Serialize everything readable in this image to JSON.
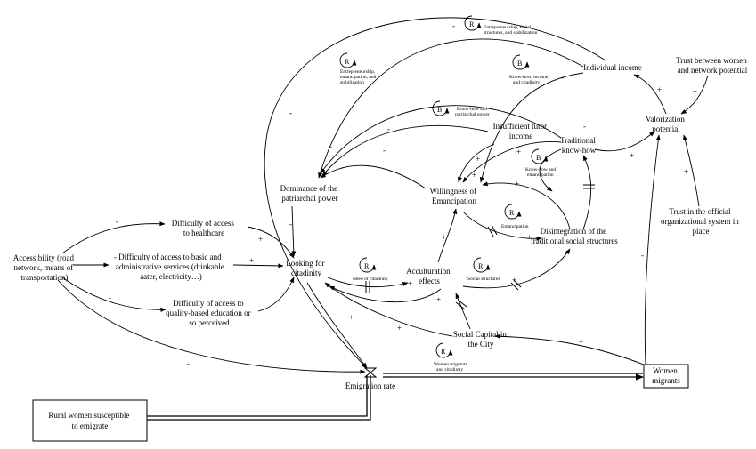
{
  "variables": {
    "accessibility": [
      "Accessibility (road",
      "network, means of",
      "transportation)"
    ],
    "difficulty_healthcare": [
      "Difficulty of access",
      "to healthcare"
    ],
    "difficulty_admin": [
      "Difficulty of access to basic and",
      "administrative services (drinkable",
      "aater, electricity…)"
    ],
    "difficulty_education": [
      "Difficulty of access to",
      "quality-based education or",
      "so perceived"
    ],
    "looking_citadinity": [
      "Looking for",
      "citadinity"
    ],
    "dominance": [
      "Dominance of the",
      "patriarchal power"
    ],
    "willingness": [
      "Willingness of",
      "Emancipation"
    ],
    "insufficient_tutor": [
      "Insufficient tutor",
      "income"
    ],
    "traditional_knowhow": [
      "Traditional",
      "know-how"
    ],
    "individual_income": [
      "Individual income"
    ],
    "valorization": [
      "Valorization",
      "potential"
    ],
    "trust_women": [
      "Trust between women",
      "and network potential"
    ],
    "trust_official": [
      "Trust in the official",
      "organizational system in",
      "place"
    ],
    "disintegration": [
      "Disintegration of the",
      "traditional social structures"
    ],
    "acculturation": [
      "Acculturation",
      "effects"
    ],
    "social_capital": [
      "Social Capital in",
      "the City"
    ],
    "emigration_rate": [
      "Emigration rate"
    ],
    "women_migrants": [
      "Women",
      "migrants"
    ],
    "rural_women": [
      "Rural women susceptible",
      "to emigrate"
    ]
  },
  "loops": [
    {
      "type": "R",
      "label": [
        "Entrepreneurship, social",
        "structures, and stabilization"
      ]
    },
    {
      "type": "R",
      "label": [
        "Entrepreneurship,",
        "emancipation, and",
        "stabilization"
      ]
    },
    {
      "type": "B",
      "label": [
        "Know-how, income,",
        "and citadinity"
      ]
    },
    {
      "type": "B",
      "label": [
        "Know-how and",
        "patriarchal power"
      ]
    },
    {
      "type": "B",
      "label": [
        "Know-how and",
        "emancipation"
      ]
    },
    {
      "type": "R",
      "label": [
        "Emancipation"
      ]
    },
    {
      "type": "R",
      "label": [
        "Need of citadinity"
      ]
    },
    {
      "type": "R",
      "label": [
        "Social structures"
      ]
    },
    {
      "type": "R",
      "label": [
        "Women migrants",
        "and citadinity"
      ]
    }
  ],
  "signs": {
    "plus": "+",
    "minus": "-"
  }
}
